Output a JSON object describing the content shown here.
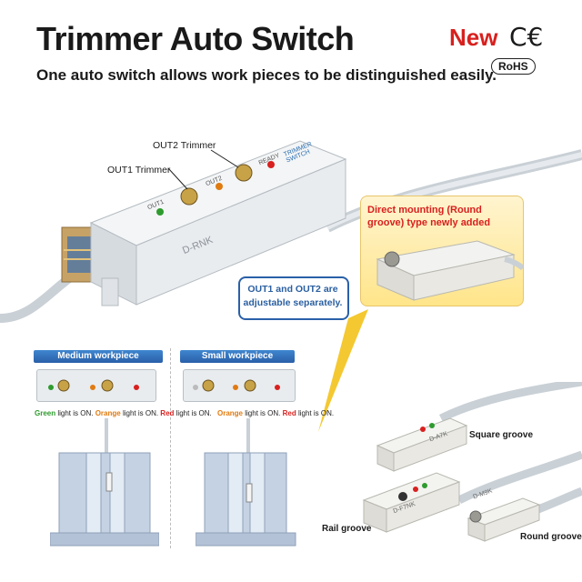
{
  "header": {
    "title": "Trimmer Auto Switch",
    "subtitle": "One auto switch allows work pieces to be distinguished easily.",
    "new_label": "New",
    "ce_mark": "C€",
    "rohs_label": "RoHS"
  },
  "product": {
    "out2_trimmer_label": "OUT2 Trimmer",
    "out1_trimmer_label": "OUT1 Trimmer",
    "model_text": "D-RNK",
    "panel_out1": "OUT1",
    "panel_out2": "OUT2",
    "panel_ready": "READY",
    "panel_brand": "TRIMMER SWITCH"
  },
  "callouts": {
    "direct_mounting": "Direct mounting (Round groove) type newly added",
    "adjustable": "OUT1 and OUT2 are adjustable separately."
  },
  "examples": {
    "medium": {
      "header": "Medium workpiece",
      "legend": [
        {
          "color_word": "Green",
          "rest": " light is ON."
        },
        {
          "color_word": "Orange",
          "rest": " light is ON."
        },
        {
          "color_word": "Red",
          "rest": " light is ON."
        }
      ]
    },
    "small": {
      "header": "Small workpiece",
      "legend": [
        {
          "color_word": "Orange",
          "rest": " light is ON."
        },
        {
          "color_word": "Red",
          "rest": " light is ON."
        }
      ]
    }
  },
  "variants": {
    "square_groove": "Square groove",
    "rail_groove": "Rail groove",
    "round_groove": "Round groove",
    "round_model": "D-M9K",
    "rail_model": "D-F7NK",
    "square_model": "D-A7K"
  },
  "colors": {
    "accent_red": "#d8201e",
    "accent_blue": "#2a5fa8",
    "led_green": "#2e9b2e",
    "led_orange": "#e07b10",
    "led_red": "#d8201e"
  }
}
